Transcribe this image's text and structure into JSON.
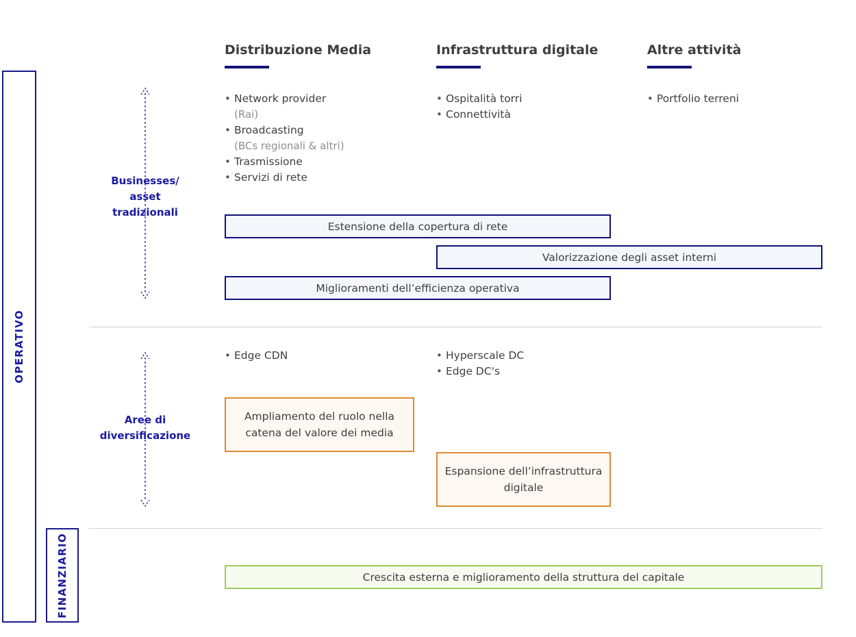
{
  "axis": {
    "operativo_label": "OPERATIVO",
    "finanziario_label": "FINANZIARIO"
  },
  "bands": [
    {
      "label": "Businesses/\nasset\ntradizionali",
      "line1": "Businesses/",
      "line2": "asset",
      "line3": "tradizionali"
    },
    {
      "label": "Aree di diversificazione",
      "line1": "Aree di",
      "line2": "diversificazione"
    }
  ],
  "columns": [
    {
      "title": "Distribuzione Media"
    },
    {
      "title": "Infrastruttura digitale"
    },
    {
      "title": "Altre attività"
    }
  ],
  "traditional": {
    "media": [
      {
        "text": "Network provider",
        "sub": "(Rai)"
      },
      {
        "text": "Broadcasting",
        "sub": "(BCs regionali & altri)"
      },
      {
        "text": "Trasmissione",
        "sub": ""
      },
      {
        "text": "Servizi di rete",
        "sub": ""
      }
    ],
    "infra": [
      {
        "text": "Ospitalità torri",
        "sub": ""
      },
      {
        "text": "Connettività",
        "sub": ""
      }
    ],
    "other": [
      {
        "text": "Portfolio terreni",
        "sub": ""
      }
    ],
    "initiatives": [
      {
        "label": "Estensione della copertura di rete",
        "color": "blue"
      },
      {
        "label": "Valorizzazione degli asset interni",
        "color": "blue"
      },
      {
        "label": "Miglioramenti dell’efficienza operativa",
        "color": "blue"
      }
    ]
  },
  "diversification": {
    "media": [
      {
        "text": "Edge CDN",
        "sub": ""
      }
    ],
    "infra": [
      {
        "text": "Hyperscale DC",
        "sub": ""
      },
      {
        "text": "Edge DC's",
        "sub": ""
      }
    ],
    "initiatives": [
      {
        "label": "Ampliamento del ruolo nella catena del valore dei media",
        "color": "orange"
      },
      {
        "label": "Espansione dell’infrastruttura digitale",
        "color": "orange"
      }
    ]
  },
  "financial": {
    "initiatives": [
      {
        "label": "Crescita esterna e miglioramento della struttura del capitale",
        "color": "green"
      }
    ]
  },
  "colors": {
    "navy": "#1a1aa0",
    "header_rule": "#141478",
    "blue_box_border": "#111178",
    "blue_box_fill": "#f3f7fb",
    "orange_box_border": "#e08a33",
    "orange_box_fill": "#fdf8f2",
    "green_box_border": "#9fcc5c",
    "green_box_fill": "#f6faef",
    "text": "#3f3f3f",
    "muted_text": "#8d8d8d",
    "divider": "#d2d2d2"
  }
}
